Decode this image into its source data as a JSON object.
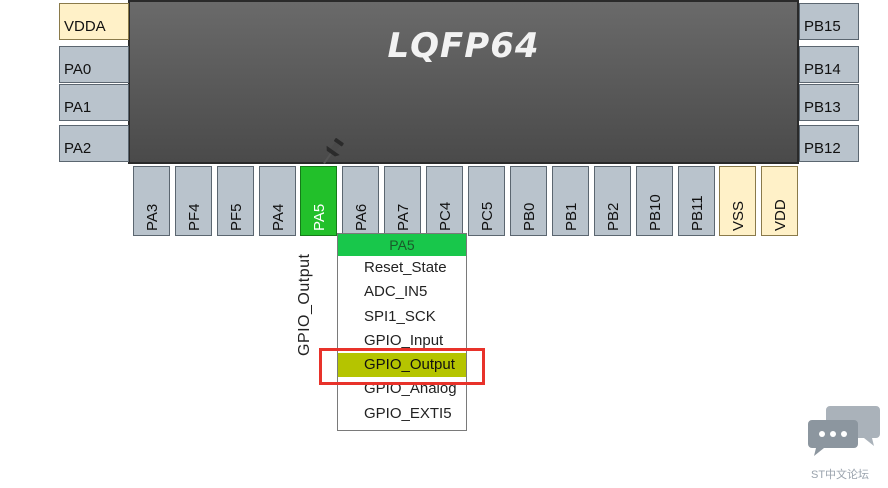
{
  "package": "LQFP64",
  "left_pins": [
    "VDDA",
    "PA0",
    "PA1",
    "PA2"
  ],
  "right_pins": [
    "PB15",
    "PB14",
    "PB13",
    "PB12"
  ],
  "bottom_pins": [
    "PA3",
    "PF4",
    "PF5",
    "PA4",
    "PA5",
    "PA6",
    "PA7",
    "PC4",
    "PC5",
    "PB0",
    "PB1",
    "PB2",
    "PB10",
    "PB11",
    "VSS",
    "VDD"
  ],
  "selected_pin_label": "GPIO_Output",
  "menu": {
    "header": "PA5",
    "items": [
      "Reset_State",
      "ADC_IN5",
      "SPI1_SCK",
      "GPIO_Input",
      "GPIO_Output",
      "GPIO_Analog",
      "GPIO_EXTI5"
    ],
    "selected": "GPIO_Output"
  },
  "watermark": "ST中文论坛",
  "colors": {
    "active_pin": "#22c02a",
    "menu_header": "#18c74b",
    "menu_selected": "#b5c400",
    "highlight": "#e8322a",
    "power_pin": "#fff1c8"
  },
  "icons": [
    "pushpin-icon",
    "chat-bubbles-icon"
  ]
}
